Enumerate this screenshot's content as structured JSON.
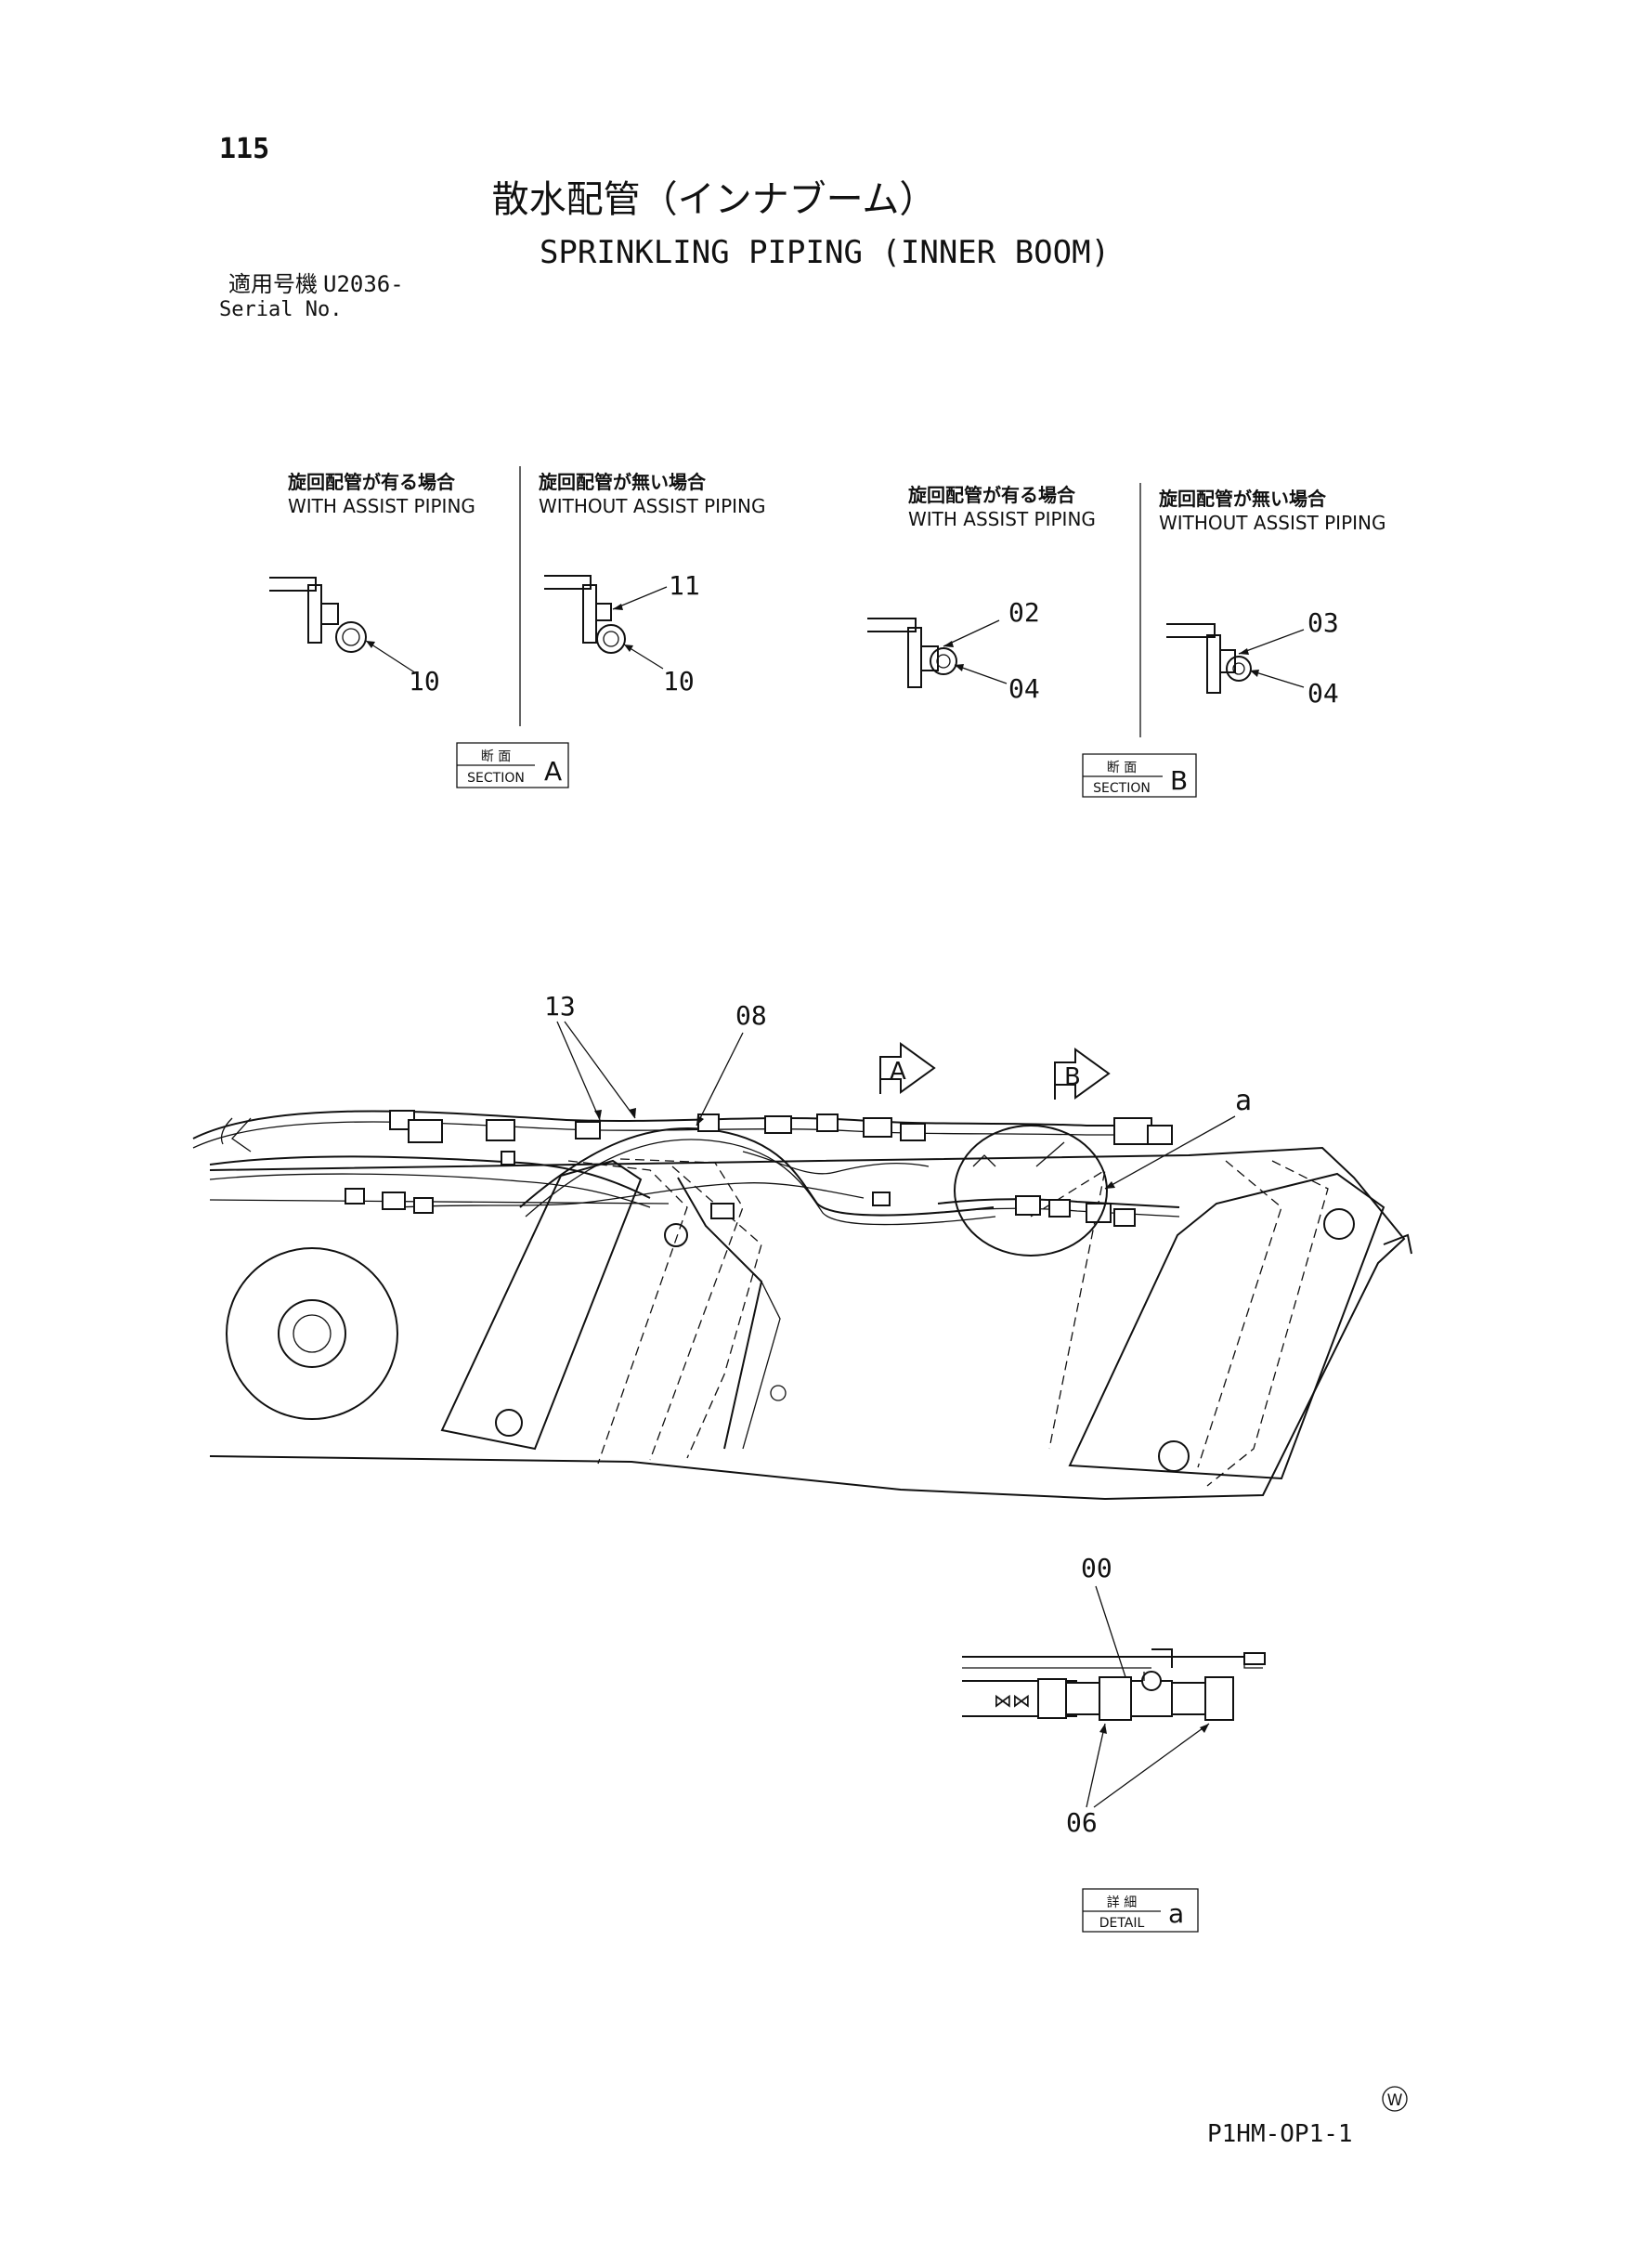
{
  "header": {
    "page_number": "115",
    "title_jp": "散水配管（インナブーム）",
    "title_en": "SPRINKLING PIPING (INNER BOOM)",
    "serial_jp": "適用号機",
    "serial_value": "U2036-",
    "serial_en": "Serial No."
  },
  "section_a": {
    "left_jp": "旋回配管が有る場合",
    "left_en": "WITH ASSIST PIPING",
    "right_jp": "旋回配管が無い場合",
    "right_en": "WITHOUT ASSIST PIPING",
    "callouts": [
      "10",
      "11",
      "10"
    ],
    "badge_jp": "断 面",
    "badge_en": "SECTION",
    "badge_letter": "A"
  },
  "section_b": {
    "left_jp": "旋回配管が有る場合",
    "left_en": "WITH ASSIST PIPING",
    "right_jp": "旋回配管が無い場合",
    "right_en": "WITHOUT ASSIST PIPING",
    "callouts": [
      "02",
      "04",
      "03",
      "04"
    ],
    "badge_jp": "断 面",
    "badge_en": "SECTION",
    "badge_letter": "B"
  },
  "main_view": {
    "callouts": [
      "13",
      "08",
      "a"
    ],
    "view_arrow_a": "A",
    "view_arrow_b": "B"
  },
  "detail_a": {
    "callouts": [
      "00",
      "06"
    ],
    "badge_jp": "詳 細",
    "badge_en": "DETAIL",
    "badge_letter": "a"
  },
  "footer": {
    "symbol": "W",
    "drawing_code": "P1HM-OP1-1"
  }
}
